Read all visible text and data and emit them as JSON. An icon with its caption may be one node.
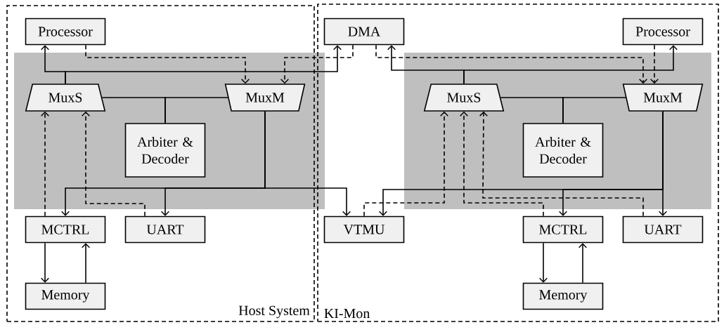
{
  "diagram": {
    "nodes": [
      {
        "text": [
          "Host System"
        ]
      },
      {
        "text": [
          "KI-Mon"
        ]
      },
      {
        "text": [
          "Processor"
        ],
        "in": 0
      },
      {
        "text": [
          "MuxS"
        ],
        "in": 0
      },
      {
        "text": [
          "MuxM"
        ],
        "in": 0
      },
      {
        "text": [
          "Arbiter & Decoder"
        ],
        "in": 0
      },
      {
        "text": [
          "MCTRL"
        ],
        "in": 0
      },
      {
        "text": [
          "UART"
        ],
        "in": 0
      },
      {
        "text": [
          "Memory"
        ],
        "in": 0
      },
      {
        "text": [
          "DMA"
        ],
        "in": 1
      },
      {
        "text": [
          "Processor"
        ],
        "in": 1
      },
      {
        "text": [
          "MuxS"
        ],
        "in": 1
      },
      {
        "text": [
          "MuxM"
        ],
        "in": 1
      },
      {
        "text": [
          "Arbiter & Decoder"
        ],
        "in": 1
      },
      {
        "text": [
          "VTMU"
        ],
        "in": 1
      },
      {
        "text": [
          "MCTRL"
        ],
        "in": 1
      },
      {
        "text": [
          "UART"
        ],
        "in": 1
      },
      {
        "text": [
          "Memory"
        ],
        "in": 1
      }
    ],
    "edges": [
      {
        "from": 3,
        "to": 2,
        "arrow": "to"
      },
      {
        "from": 3,
        "to": 9,
        "arrow": "to"
      },
      {
        "from": 2,
        "to": 4,
        "arrow": "to",
        "style": "dashed"
      },
      {
        "from": 9,
        "to": 4,
        "arrow": "to",
        "style": "dashed"
      },
      {
        "from": 3,
        "to": 5,
        "arrow": "none"
      },
      {
        "from": 5,
        "to": 4,
        "arrow": "none"
      },
      {
        "from": 4,
        "to": 6,
        "arrow": "to"
      },
      {
        "from": 4,
        "to": 7,
        "arrow": "to"
      },
      {
        "from": 4,
        "to": 14,
        "arrow": "to"
      },
      {
        "from": 6,
        "to": 3,
        "arrow": "to",
        "style": "dashed"
      },
      {
        "from": 7,
        "to": 3,
        "arrow": "to",
        "style": "dashed"
      },
      {
        "from": 6,
        "to": 8,
        "arrow": "to"
      },
      {
        "from": 8,
        "to": 6,
        "arrow": "to"
      },
      {
        "from": 11,
        "to": 9,
        "arrow": "to"
      },
      {
        "from": 11,
        "to": 10,
        "arrow": "to"
      },
      {
        "from": 9,
        "to": 12,
        "arrow": "to",
        "style": "dashed"
      },
      {
        "from": 10,
        "to": 12,
        "arrow": "to",
        "style": "dashed"
      },
      {
        "from": 11,
        "to": 13,
        "arrow": "none"
      },
      {
        "from": 13,
        "to": 12,
        "arrow": "none"
      },
      {
        "from": 12,
        "to": 14,
        "arrow": "to"
      },
      {
        "from": 12,
        "to": 15,
        "arrow": "to"
      },
      {
        "from": 12,
        "to": 16,
        "arrow": "to"
      },
      {
        "from": 14,
        "to": 11,
        "arrow": "to",
        "style": "dashed"
      },
      {
        "from": 15,
        "to": 11,
        "arrow": "to",
        "style": "dashed"
      },
      {
        "from": 16,
        "to": 11,
        "arrow": "to",
        "style": "dashed"
      },
      {
        "from": 15,
        "to": 17,
        "arrow": "to"
      },
      {
        "from": 17,
        "to": 15,
        "arrow": "to"
      }
    ]
  }
}
